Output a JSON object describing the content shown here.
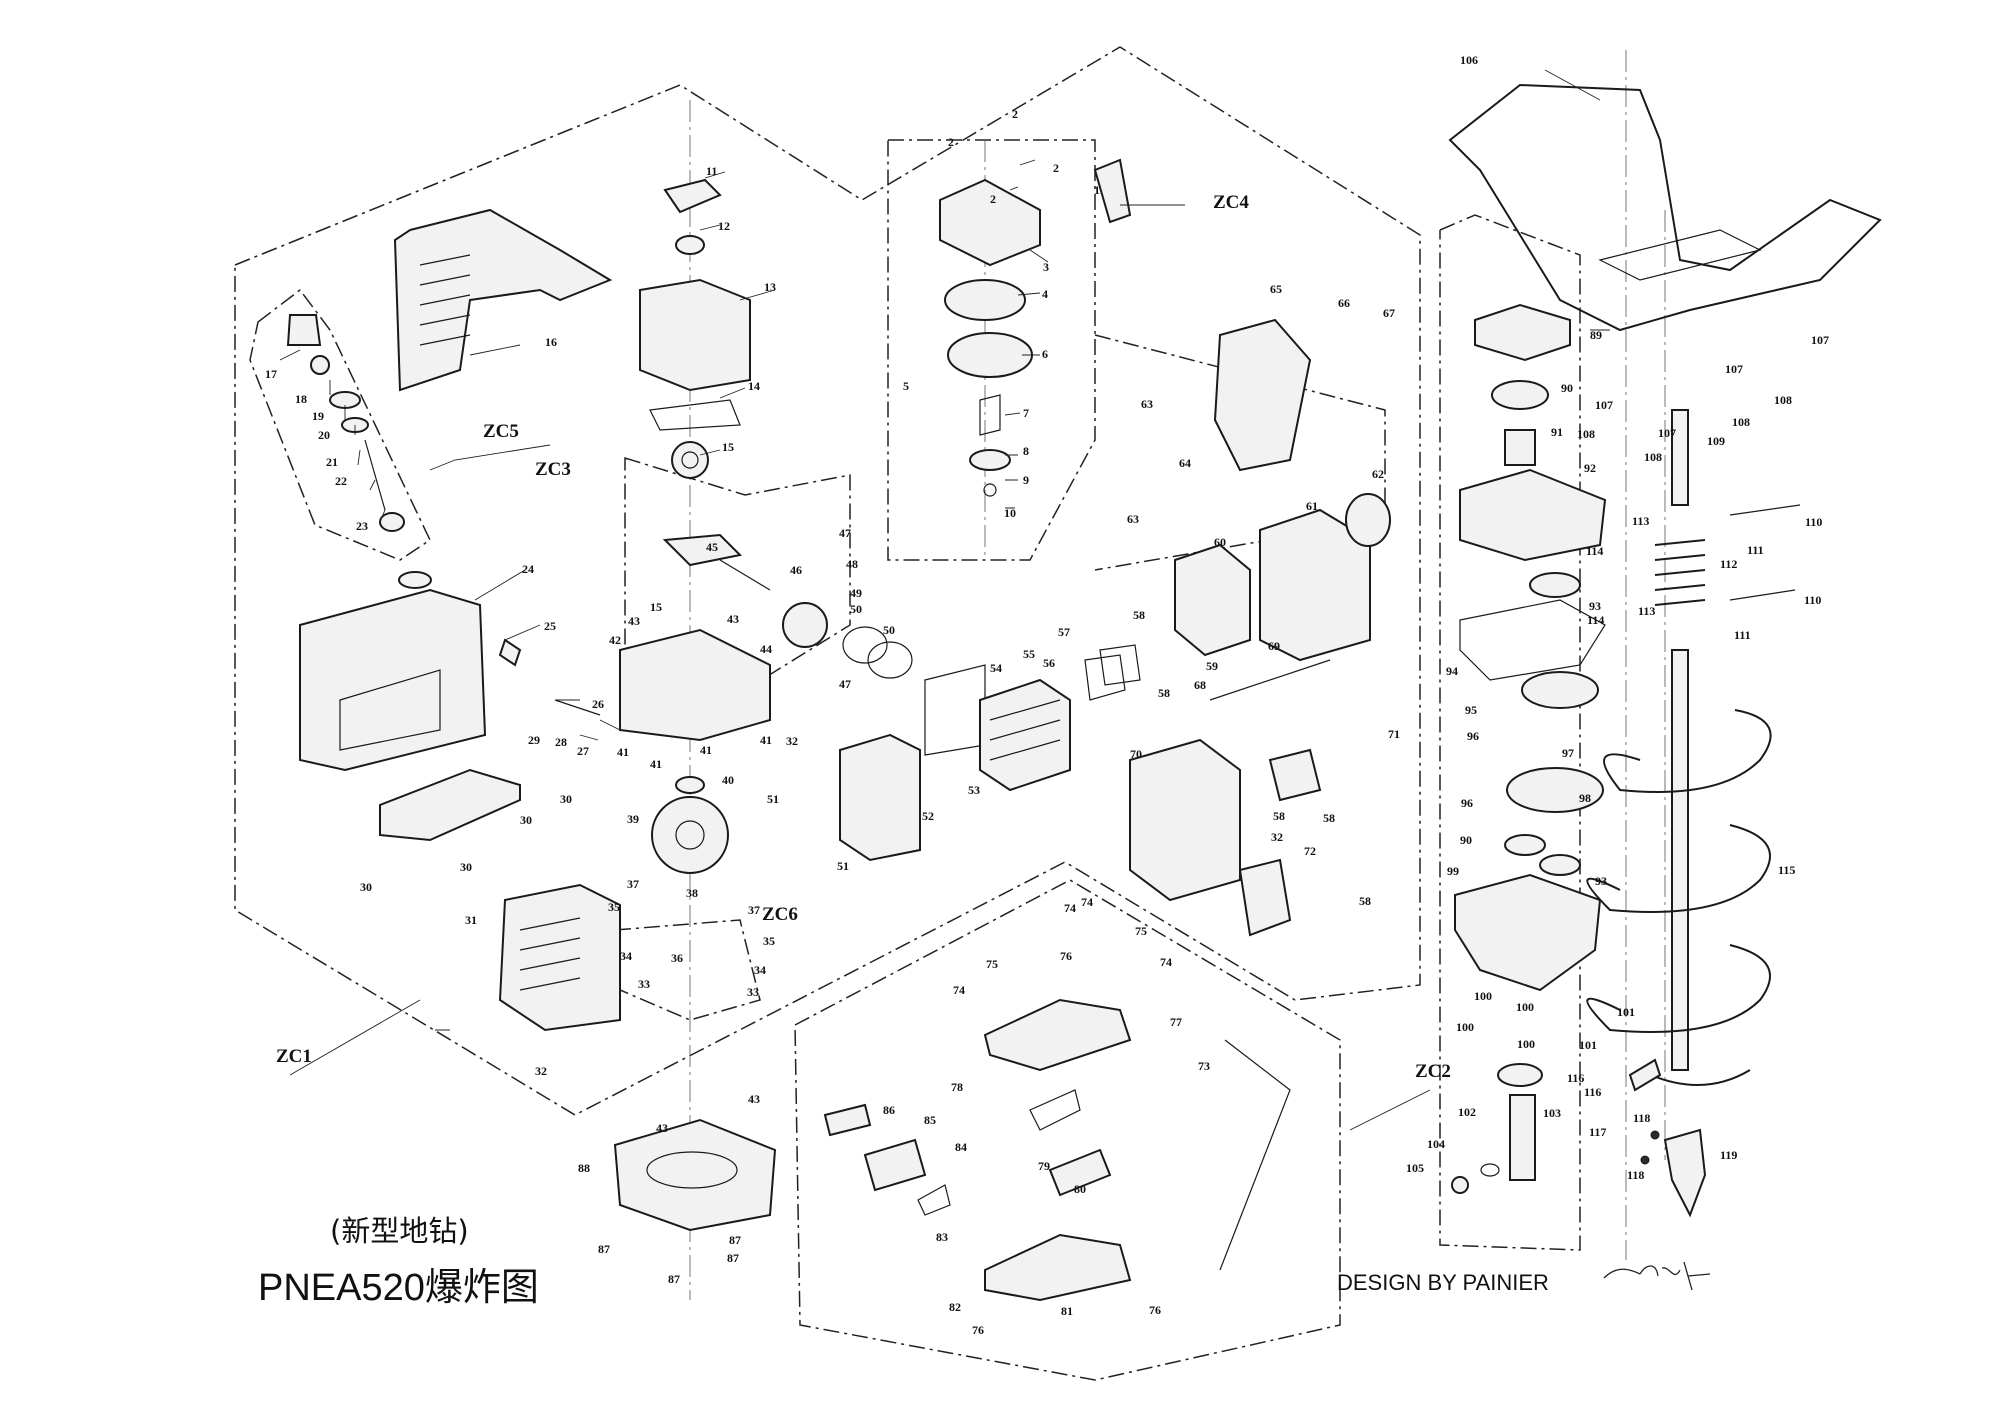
{
  "title_cn": "(新型地钻)",
  "title_main": "PNEA520爆炸图",
  "design_credit": "DESIGN BY PAINIER",
  "groups": [
    "ZC1",
    "ZC2",
    "ZC3",
    "ZC4",
    "ZC5",
    "ZC6"
  ],
  "callouts": [
    "1",
    "2",
    "3",
    "4",
    "5",
    "6",
    "7",
    "8",
    "9",
    "10",
    "11",
    "12",
    "13",
    "14",
    "15",
    "16",
    "17",
    "18",
    "19",
    "20",
    "21",
    "22",
    "23",
    "24",
    "25",
    "26",
    "27",
    "28",
    "29",
    "30",
    "31",
    "32",
    "33",
    "34",
    "35",
    "36",
    "37",
    "38",
    "39",
    "40",
    "41",
    "42",
    "43",
    "44",
    "45",
    "46",
    "47",
    "48",
    "49",
    "50",
    "51",
    "52",
    "53",
    "54",
    "55",
    "56",
    "57",
    "58",
    "59",
    "60",
    "61",
    "62",
    "63",
    "64",
    "65",
    "66",
    "67",
    "68",
    "69",
    "70",
    "71",
    "72",
    "73",
    "74",
    "75",
    "76",
    "77",
    "78",
    "79",
    "80",
    "81",
    "82",
    "83",
    "84",
    "85",
    "86",
    "87",
    "88",
    "89",
    "90",
    "91",
    "92",
    "93",
    "94",
    "95",
    "96",
    "97",
    "98",
    "99",
    "100",
    "101",
    "102",
    "103",
    "104",
    "105",
    "106",
    "107",
    "108",
    "109",
    "110",
    "111",
    "112",
    "113",
    "114",
    "115",
    "116",
    "117",
    "118",
    "119"
  ]
}
